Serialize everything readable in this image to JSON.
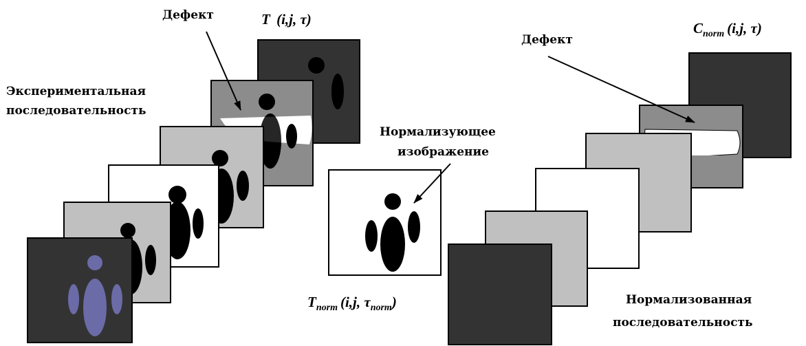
{
  "labels": {
    "defect_left": "Дефект",
    "defect_right": "Дефект",
    "experimental_line1": "Экспериментальная",
    "experimental_line2": "последовательность",
    "normalizing_line1": "Нормализующее",
    "normalizing_line2": "изображение",
    "normalized_line1": "Нормализованная",
    "normalized_line2": "последовательность"
  },
  "formulas": {
    "t_main": "T",
    "t_args": "(i,j, τ)",
    "tnorm_main": "T",
    "tnorm_sub": "norm",
    "tnorm_args_a": "(i,j, τ",
    "tnorm_args_sub": "norm",
    "tnorm_args_b": ")",
    "cnorm_main": "C",
    "cnorm_sub": "norm",
    "cnorm_args": "(i,j, τ)"
  },
  "colors": {
    "frame_dark": "#333333",
    "frame_mid": "#8c8c8c",
    "frame_light": "#c0c0c0",
    "frame_white": "#ffffff",
    "figure": "#000000",
    "figure_thermal": "#6b6ba8",
    "defect": "#ffffff"
  }
}
